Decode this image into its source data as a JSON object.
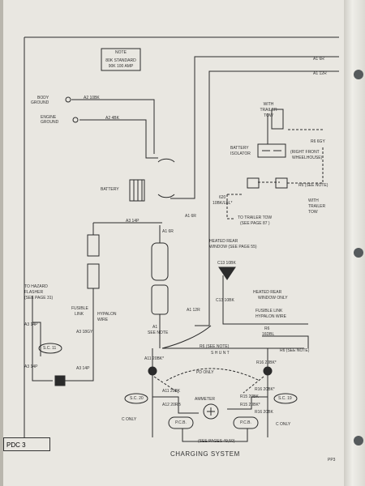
{
  "note": {
    "title": "NOTE",
    "lines": [
      "80K STANDARD",
      "90K 100 AMP"
    ]
  },
  "labels": {
    "body_ground": [
      "BODY",
      "GROUND"
    ],
    "engine_ground": [
      "ENGINE",
      "GROUND"
    ],
    "a2_10bk": "A2 10BK",
    "a2_4bk": "A2 4BK",
    "battery": "BATTERY",
    "a1_6r_top": "A1 6R",
    "a1_12r_top": "A1 12R",
    "a1_6r_mid": "A1 6R",
    "a1_6r_lower": "A1 6R",
    "a3_14p": "A3 14P",
    "with_trailer_tow_top": [
      "WITH",
      "TRAILER",
      "TOW"
    ],
    "r6_6gy": "R6 6GY",
    "battery_isolator": [
      "BATTERY",
      "ISOLATOR"
    ],
    "right_front_wheelhouse": [
      "(RIGHT FRONT",
      "WHEELHOUSE)"
    ],
    "r6_see_note_right": "R6 (SEE NOTE)",
    "with_trailer_tow_right": [
      "WITH",
      "TRAILER",
      "TOW"
    ],
    "wire_620": [
      "620",
      "10BK/LBL*"
    ],
    "to_trailer_tow": [
      "TO TRAILER TOW",
      "(SEE PAGE 87 )"
    ],
    "heated_rear_window_see": [
      "HEATED REAR",
      "WINDOW (SEE PAGE 55)"
    ],
    "c13_10bk": "C13 10BK",
    "heated_rear_window_only": [
      "HEATED REAR",
      "WINDOW ONLY"
    ],
    "c13_10bk_2": "C13 10BK",
    "fusible_link_right": [
      "FUSIBLE LINK",
      "HYPALON WIRE"
    ],
    "r6_16dbl": [
      "R6",
      "16DBL"
    ],
    "to_hazard_flasher": [
      "TO HAZARD",
      "FLASHER",
      "(SEE PAGE 31)"
    ],
    "a3_14p_left": "A3 14P",
    "sc11": "S.C. 11",
    "a3_14p_bottom": "A3 14P",
    "fusible_link_left": [
      "FUSIBLE",
      "LINK",
      "HYPALON",
      "WIRE"
    ],
    "a3_18gy": "A3 18GY",
    "a3_14p_mid": "A3 14P",
    "a1_12r_low": "A1 12R",
    "a1_see_note": [
      "A1",
      "SEE NOTE"
    ],
    "r6_see_note_mid": "R6 (SEE NOTE)",
    "shunt": "S H U N T",
    "r6_see_note_far": "R6 (SEE NOTE)",
    "a11_20bk": "A11 20BK*",
    "r16_20bk_top": "R16 20BK*",
    "pd_only": "PD ONLY",
    "sc20": "S.C. 20",
    "a11_20bk_2": "A11 20BK",
    "a12_20rb": "A12 20RB",
    "ammeter": "AMMETER",
    "r15_20bk": "R15 20BK",
    "r16_20bk_mid": "R16 20BK*",
    "sc19": "S.C. 19",
    "r15_20bk2": "R15 20BK*",
    "r16_20bk_low": "R16 20BK",
    "c_only_left": "C ONLY",
    "c_only_right": "C ONLY",
    "pcb_left": "P.C.B.",
    "pcb_right": "P.C.B.",
    "see_pages": "(SEE PAGES 49,50)"
  },
  "footer": {
    "section": "PDC 3",
    "title": "CHARGING SYSTEM",
    "code": "PP3"
  }
}
